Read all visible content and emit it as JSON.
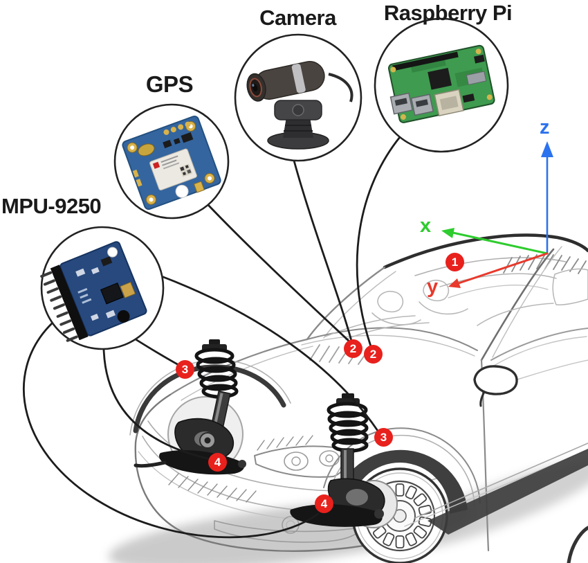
{
  "figure": {
    "type": "sensor-placement-diagram",
    "description_labels": [
      "Camera",
      "Raspberry Pi",
      "GPS",
      "MPU-9250"
    ]
  },
  "components": [
    {
      "id": "mpu",
      "label": "MPU-9250",
      "icon": "imu-board-icon"
    },
    {
      "id": "gps",
      "label": "GPS",
      "icon": "gps-board-icon"
    },
    {
      "id": "camera",
      "label": "Camera",
      "icon": "webcam-icon"
    },
    {
      "id": "raspberry_pi",
      "label": "Raspberry Pi",
      "icon": "raspberry-pi-board-icon"
    }
  ],
  "axes": {
    "x": {
      "label": "x",
      "color": "#2ecc2e"
    },
    "y": {
      "label": "y",
      "color": "#e8392c"
    },
    "z": {
      "label": "z",
      "color": "#2b72ee"
    }
  },
  "markers": [
    {
      "label": "1",
      "placement": "car roof at axes origin"
    },
    {
      "label": "2",
      "placement": "windshield cowl left"
    },
    {
      "label": "2",
      "placement": "windshield cowl right"
    },
    {
      "label": "3",
      "placement": "front-left suspension strut"
    },
    {
      "label": "3",
      "placement": "front-right suspension strut"
    },
    {
      "label": "4",
      "placement": "front-left lower control arm"
    },
    {
      "label": "4",
      "placement": "front-right lower control arm"
    }
  ],
  "colors": {
    "marker_red": "#e8211d",
    "connector_line": "#1c1c1c",
    "gps_board_blue": "#34659f",
    "mpu_board_blue": "#27497e",
    "raspberry_pi_green": "#3f9b4f",
    "camera_body": "#46413d"
  }
}
